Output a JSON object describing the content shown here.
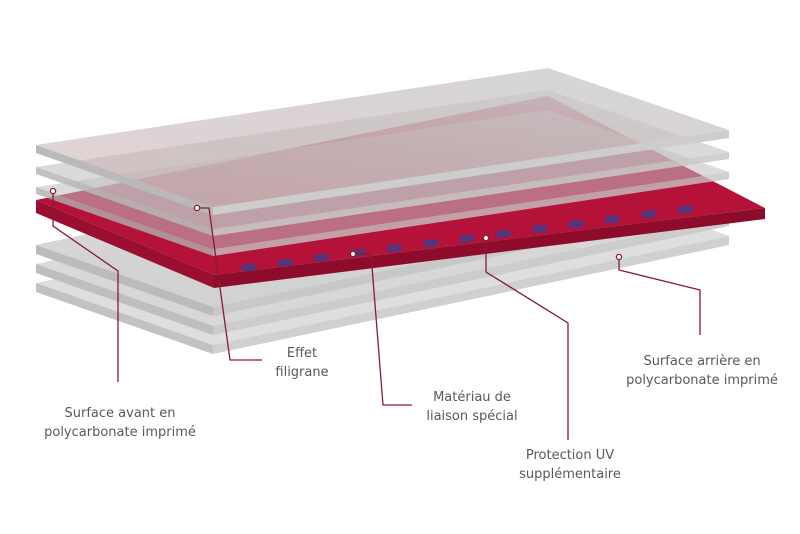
{
  "colors": {
    "background": "#ffffff",
    "layer_gray": "#c9c9c9",
    "layer_gray_edge": "#b3b3b3",
    "core_red": "#b5123a",
    "core_red_edge": "#8e0c2b",
    "leader_line": "#8a1a30",
    "label_text": "#555a60",
    "chip_blue": "#3a3f8f"
  },
  "callouts": [
    {
      "id": "front",
      "lines": [
        "Surface avant en",
        "polycarbonate imprimé"
      ]
    },
    {
      "id": "watermark",
      "lines": [
        "Effet",
        "filigrane"
      ]
    },
    {
      "id": "bonding",
      "lines": [
        "Matériau de",
        "liaison spécial"
      ]
    },
    {
      "id": "uv",
      "lines": [
        "Protection UV",
        "supplémentaire"
      ]
    },
    {
      "id": "back",
      "lines": [
        "Surface arrière en",
        "polycarbonate imprimé"
      ]
    }
  ],
  "icons": {
    "chip": "security-chip-icon",
    "dot": "callout-dot-icon"
  }
}
